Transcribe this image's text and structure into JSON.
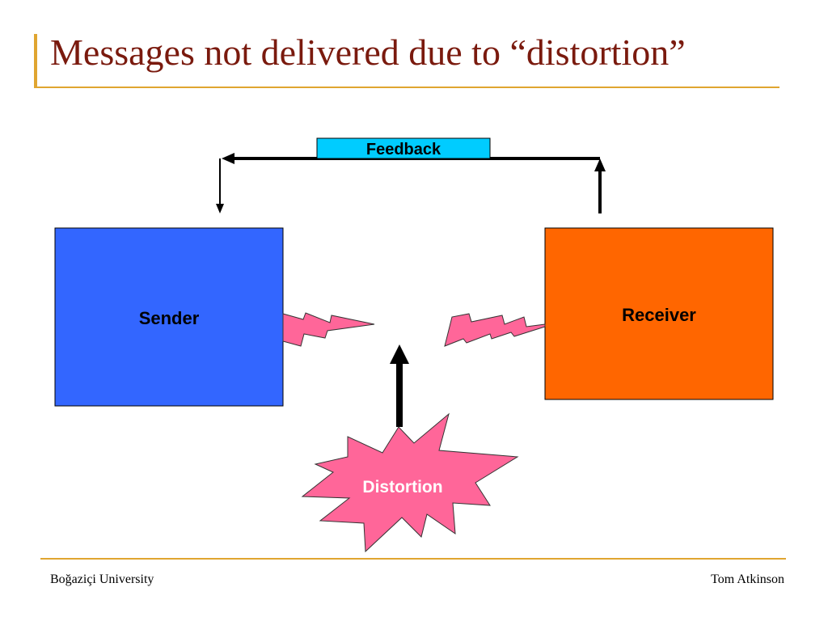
{
  "title": "Messages not delivered due to “distortion”",
  "diagram": {
    "sender_label": "Sender",
    "receiver_label": "Receiver",
    "feedback_label": "Feedback",
    "distortion_label": "Distortion"
  },
  "footer": {
    "left": "Boğaziçi University",
    "right": "Tom Atkinson"
  },
  "colors": {
    "title": "#7a1a0e",
    "accent_rule": "#e0a530",
    "sender_fill": "#3366ff",
    "receiver_fill": "#ff6600",
    "feedback_fill": "#00ccff",
    "lightning_fill": "#ff6699",
    "distortion_fill": "#ff6699",
    "arrow": "#000000"
  }
}
